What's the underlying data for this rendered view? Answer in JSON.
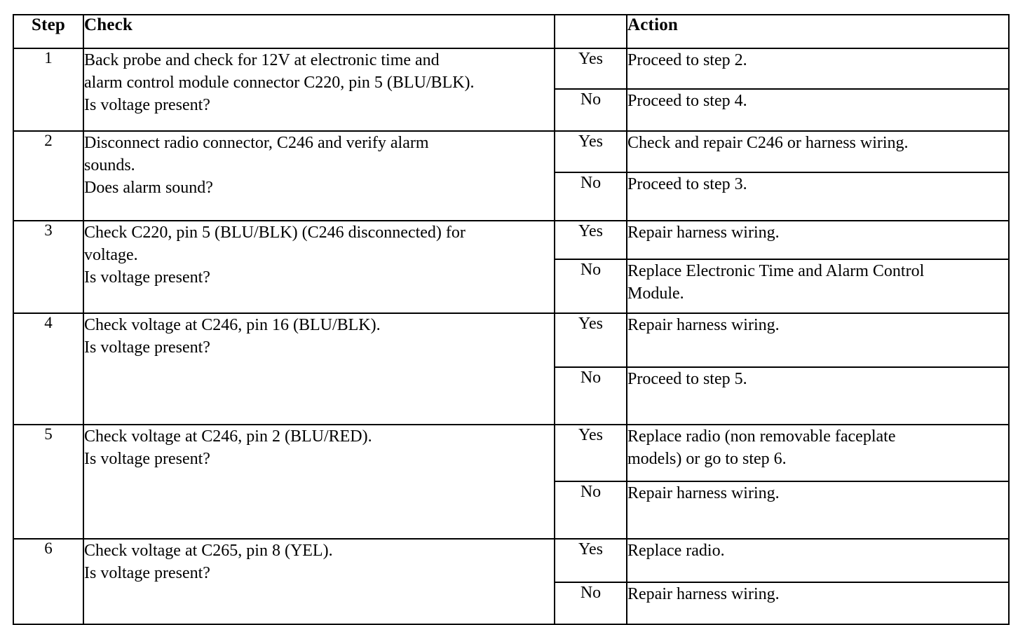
{
  "document": {
    "type": "diagnostic-procedure-table",
    "background_color": "#ffffff",
    "text_color": "#000000"
  },
  "table": {
    "headers": {
      "step": "Step",
      "check": "Check",
      "result": "",
      "action": "Action"
    },
    "rows": [
      {
        "step": "1",
        "check_lines": [
          "Back probe and check for 12V at electronic time and",
          "alarm control module connector C220, pin 5 (BLU/BLK).",
          "Is voltage present?"
        ],
        "outcomes": [
          {
            "result": "Yes",
            "action_lines": [
              "Proceed to step 2."
            ]
          },
          {
            "result": "No",
            "action_lines": [
              "Proceed to step 4."
            ]
          }
        ]
      },
      {
        "step": "2",
        "check_lines": [
          "Disconnect radio connector, C246 and verify alarm",
          "sounds.",
          "Does alarm sound?"
        ],
        "outcomes": [
          {
            "result": "Yes",
            "action_lines": [
              "Check and repair C246 or harness wiring."
            ]
          },
          {
            "result": "No",
            "action_lines": [
              "Proceed to step 3."
            ]
          }
        ]
      },
      {
        "step": "3",
        "check_lines": [
          "Check C220, pin 5 (BLU/BLK) (C246 disconnected) for",
          "voltage.",
          "Is voltage present?"
        ],
        "outcomes": [
          {
            "result": "Yes",
            "action_lines": [
              "Repair harness wiring."
            ]
          },
          {
            "result": "No",
            "action_lines": [
              "Replace Electronic Time and Alarm Control",
              "Module."
            ]
          }
        ]
      },
      {
        "step": "4",
        "check_lines": [
          "Check voltage at C246, pin 16 (BLU/BLK).",
          "Is voltage present?"
        ],
        "outcomes": [
          {
            "result": "Yes",
            "action_lines": [
              "Repair harness wiring."
            ]
          },
          {
            "result": "No",
            "action_lines": [
              "Proceed to step 5."
            ]
          }
        ]
      },
      {
        "step": "5",
        "check_lines": [
          "Check voltage at C246, pin 2 (BLU/RED).",
          "Is voltage present?"
        ],
        "outcomes": [
          {
            "result": "Yes",
            "action_lines": [
              "Replace radio (non removable faceplate",
              "models) or go to step 6."
            ]
          },
          {
            "result": "No",
            "action_lines": [
              "Repair harness wiring."
            ]
          }
        ]
      },
      {
        "step": "6",
        "check_lines": [
          "Check voltage at C265, pin 8 (YEL).",
          "Is voltage present?"
        ],
        "outcomes": [
          {
            "result": "Yes",
            "action_lines": [
              "Replace radio."
            ]
          },
          {
            "result": "No",
            "action_lines": [
              "Repair harness wiring."
            ]
          }
        ]
      }
    ]
  }
}
